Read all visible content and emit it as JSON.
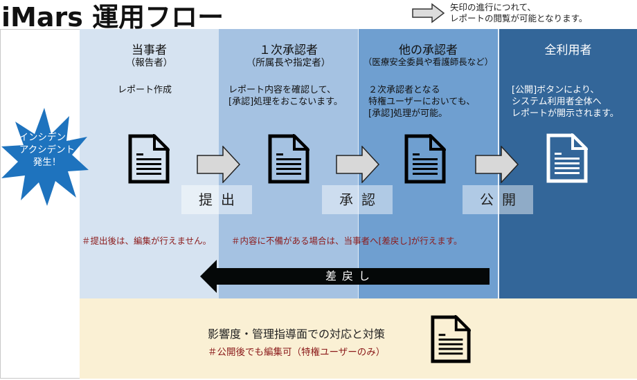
{
  "header": {
    "title": "iMars 運用フロー",
    "legend_line1": "矢印の進行につれて、",
    "legend_line2": "レポートの閲覧が可能となります。",
    "legend_icon": "right-arrow-icon"
  },
  "trigger": {
    "line1": "インシデント",
    "line2": "アクシデント",
    "line3": "発生！",
    "color": "#1e73be"
  },
  "lanes": [
    {
      "title": "当事者",
      "subtitle": "（報告者）",
      "desc": [
        "レポート作成"
      ],
      "color": "#d6e3f1",
      "icon": "document-icon"
    },
    {
      "title": "１次承認者",
      "subtitle": "（所属長や指定者）",
      "desc": [
        "レポート内容を確認して、",
        "[承認]処理をおこないます。"
      ],
      "color": "#a5c2e2",
      "icon": "document-icon"
    },
    {
      "title": "他の承認者",
      "subtitle": "（医療安全委員や看護師長など）",
      "desc": [
        "２次承認者となる",
        "特権ユーザーにおいても、",
        "[承認]処理が可能。"
      ],
      "color": "#6f9fd0",
      "icon": "document-icon"
    },
    {
      "title": "全利用者",
      "subtitle": "",
      "desc": [
        "[公開]ボタンにより、",
        "システム利用者全体へ",
        "レポートが開示されます。"
      ],
      "color": "#336699",
      "icon": "document-icon"
    }
  ],
  "steps": [
    {
      "label": "提出",
      "icon": "right-arrow-icon"
    },
    {
      "label": "承認",
      "icon": "right-arrow-icon"
    },
    {
      "label": "公開",
      "icon": "right-arrow-icon"
    }
  ],
  "notes": {
    "submit_note": "＃提出後は、編集が行えません。",
    "return_note": "＃内容に不備がある場合は、当事者へ[差戻し]が行えます。",
    "note_color": "#8b1a1a"
  },
  "return_arrow": {
    "label": "差戻し",
    "icon": "left-arrow-icon"
  },
  "bottom": {
    "main": "影響度・管理指導面での対応と対策",
    "note": "＃公開後でも編集可（特権ユーザーのみ）",
    "color": "#faf0d4",
    "icon": "document-icon"
  }
}
